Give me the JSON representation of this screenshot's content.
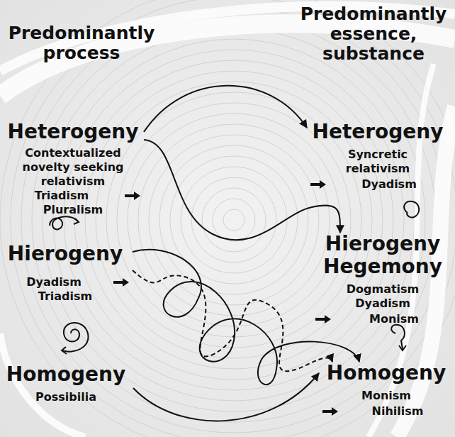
{
  "diagram": {
    "nodes": [
      {
        "text": [
          "Heterogeny",
          "Contextualized novelty seeking relativism",
          "Triadism",
          "Pluralism"
        ]
      },
      {
        "text": [
          "Hierogeny",
          "Dyadism",
          "Triadism"
        ]
      },
      {
        "text": [
          "Homogeny",
          "Possibilia"
        ]
      },
      {
        "text": [
          "Heterogeny",
          "Syncretic relativism",
          "Dyadism"
        ]
      },
      {
        "text": [
          "Hierogeny",
          "Hegemony",
          "Dogmatism",
          "Dyadism",
          "Monism"
        ]
      },
      {
        "text": [
          "Homogeny",
          "Monism",
          "Nihilism"
        ]
      }
    ],
    "edges": [
      {
        "from": 0,
        "to": 3,
        "arrow": "to"
      },
      {
        "from": 0,
        "to": 4,
        "arrow": "to"
      },
      {
        "from": 2,
        "to": 5,
        "arrow": "to"
      },
      {
        "from": 1,
        "to": 5,
        "arrow": "to"
      },
      {
        "from": 1,
        "to": 5,
        "arrow": "to"
      }
    ],
    "labels": [
      "Predominantly process",
      "Predominantly essence, substance"
    ]
  }
}
